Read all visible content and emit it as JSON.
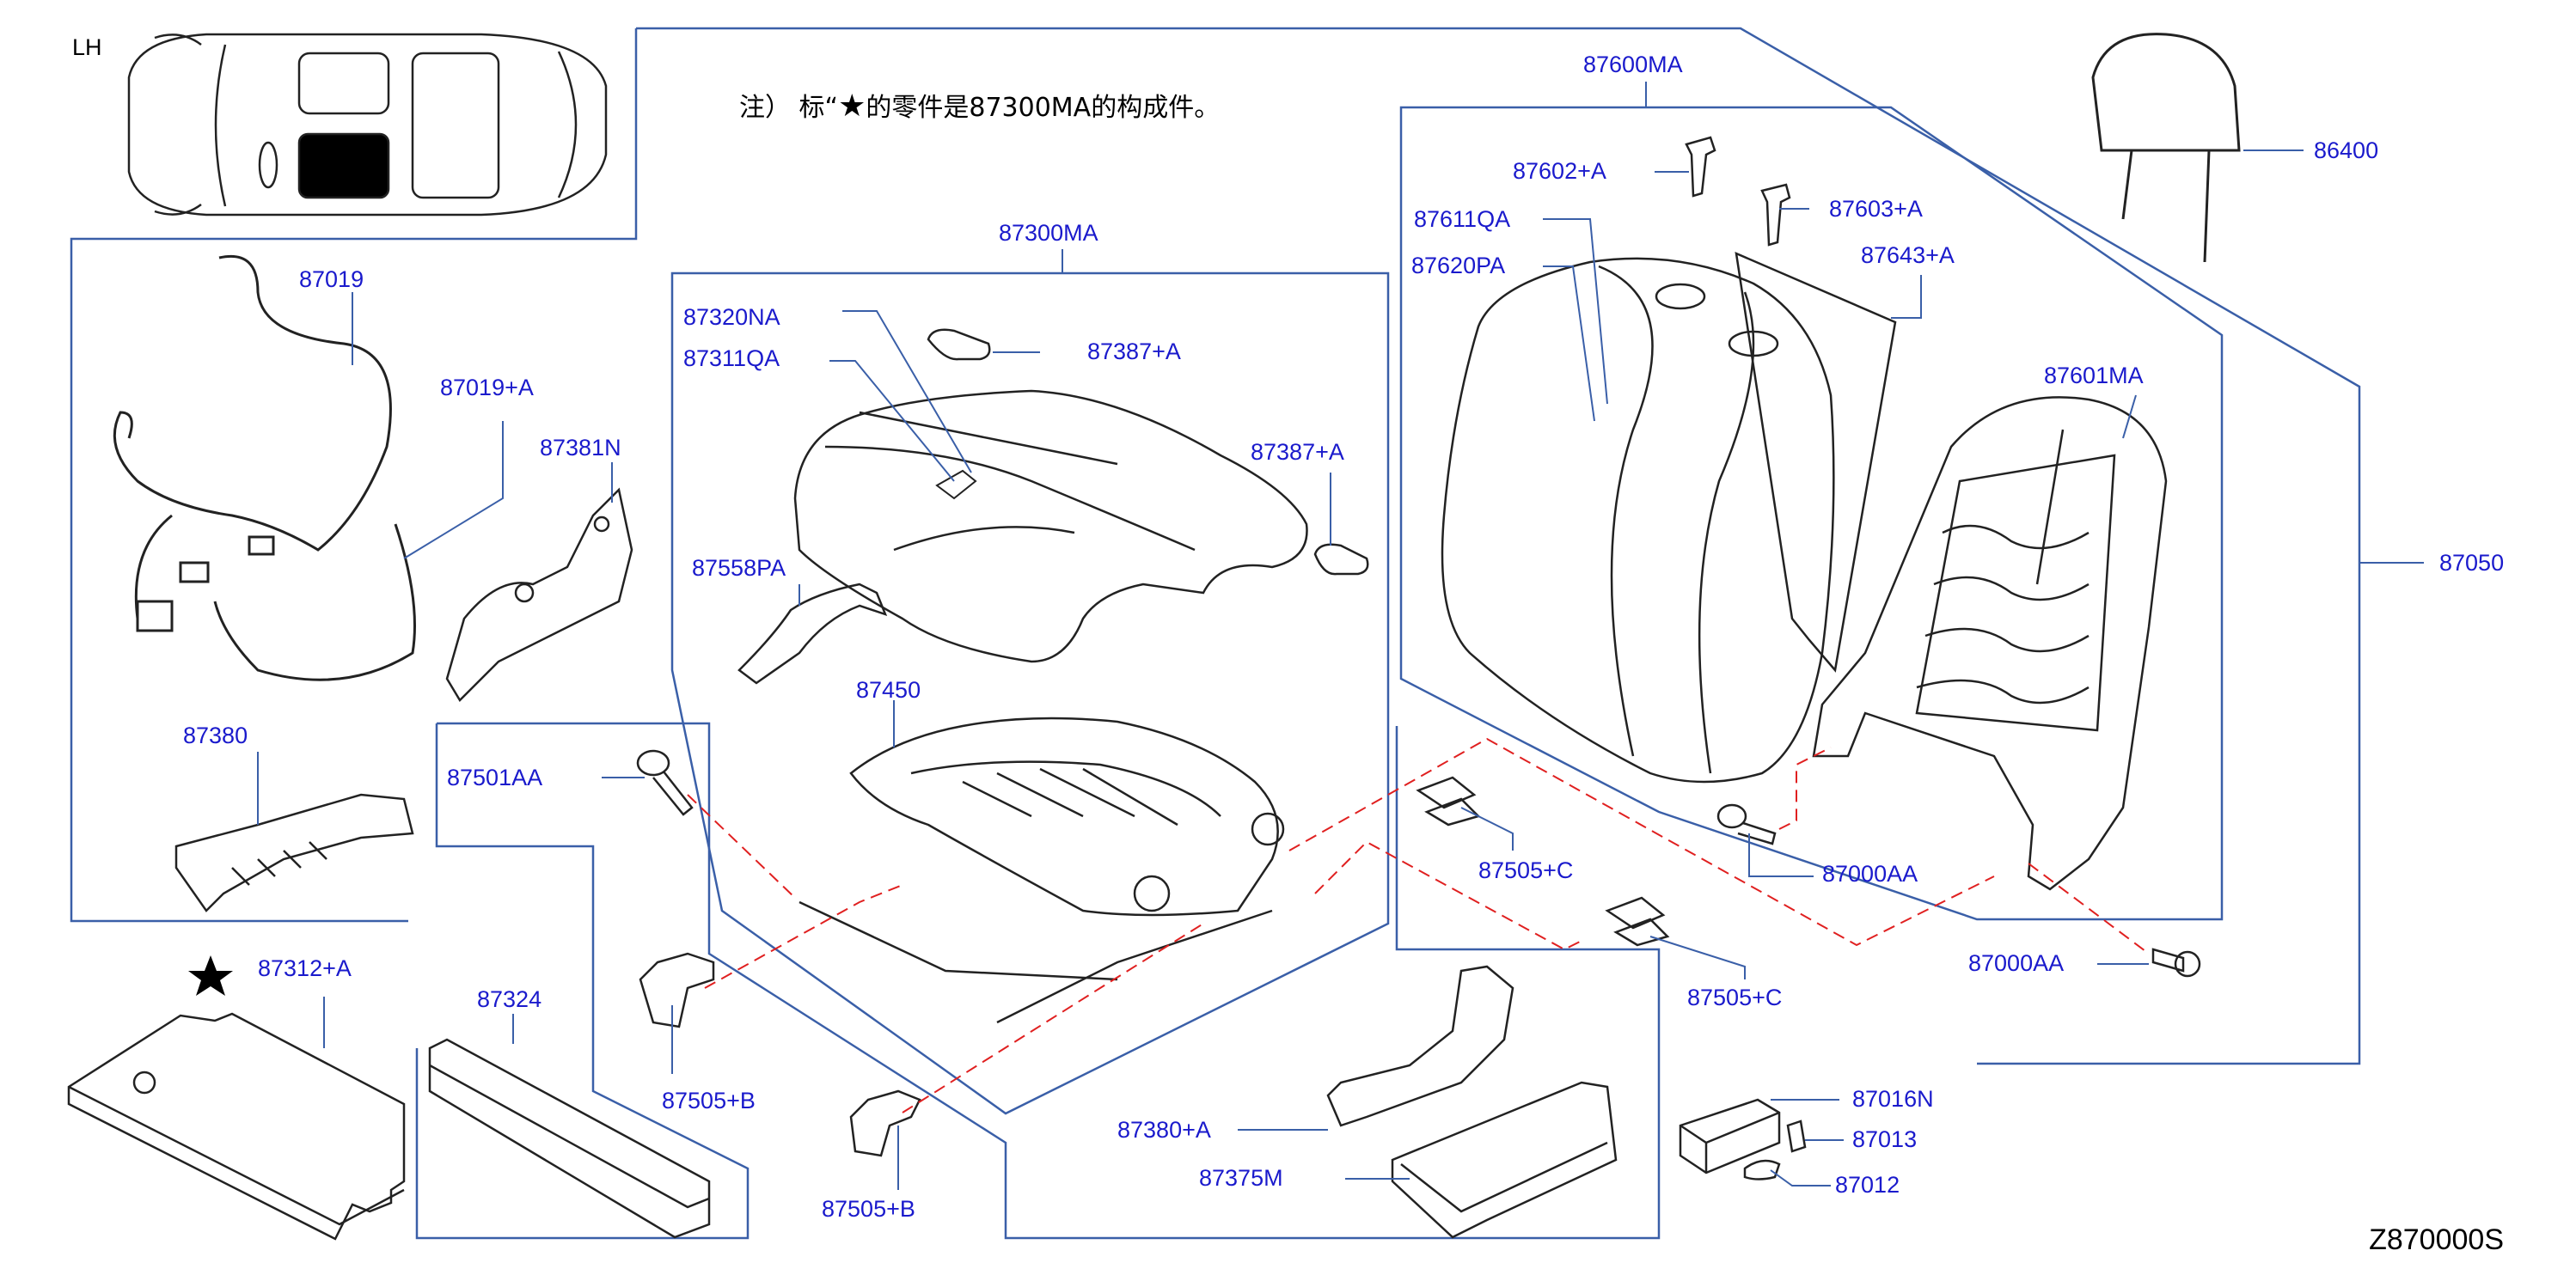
{
  "side": "LH",
  "note": {
    "prefix": "注） 标“",
    "star": "★",
    "suffix": "的零件是87300MA的构成件。"
  },
  "diagram_code": "Z870000S",
  "parts": {
    "p87019": "87019",
    "p87019A": "87019+A",
    "p87381N": "87381N",
    "p87380": "87380",
    "p87312A": "87312+A",
    "p87324": "87324",
    "p87501AA": "87501AA",
    "p87505B1": "87505+B",
    "p87505B2": "87505+B",
    "p87300MA": "87300MA",
    "p87320NA": "87320NA",
    "p87311QA": "87311QA",
    "p87387A1": "87387+A",
    "p87387A2": "87387+A",
    "p87558PA": "87558PA",
    "p87450": "87450",
    "p87380A": "87380+A",
    "p87375M": "87375M",
    "p87505C1": "87505+C",
    "p87505C2": "87505+C",
    "p87600MA": "87600MA",
    "p87602A": "87602+A",
    "p87611QA": "87611QA",
    "p87620PA": "87620PA",
    "p87603A": "87603+A",
    "p87643A": "87643+A",
    "p87601MA": "87601MA",
    "p86400": "86400",
    "p87050": "87050",
    "p87000AA1": "87000AA",
    "p87000AA2": "87000AA",
    "p87016N": "87016N",
    "p87013": "87013",
    "p87012": "87012"
  },
  "colors": {
    "label": "#1a1acc",
    "frame": "#3a5fa8",
    "dashed": "#e02020",
    "part": "#222222"
  }
}
